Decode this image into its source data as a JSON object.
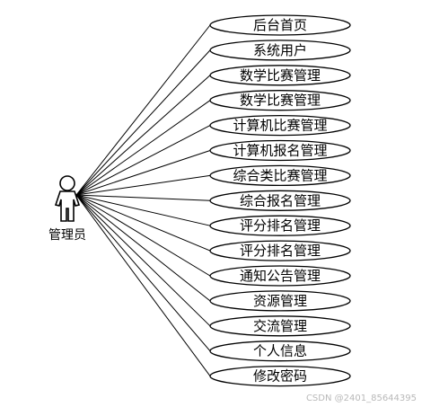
{
  "actor": {
    "label": "管理员"
  },
  "use_cases": [
    {
      "label": "后台首页"
    },
    {
      "label": "系统用户"
    },
    {
      "label": "数学比赛管理"
    },
    {
      "label": "数学比赛管理"
    },
    {
      "label": "计算机比赛管理"
    },
    {
      "label": "计算机报名管理"
    },
    {
      "label": "综合类比赛管理"
    },
    {
      "label": "综合报名管理"
    },
    {
      "label": "评分排名管理"
    },
    {
      "label": "评分排名管理"
    },
    {
      "label": "通知公告管理"
    },
    {
      "label": "资源管理"
    },
    {
      "label": "交流管理"
    },
    {
      "label": "个人信息"
    },
    {
      "label": "修改密码"
    }
  ],
  "watermark": "CSDN @2401_85644395"
}
